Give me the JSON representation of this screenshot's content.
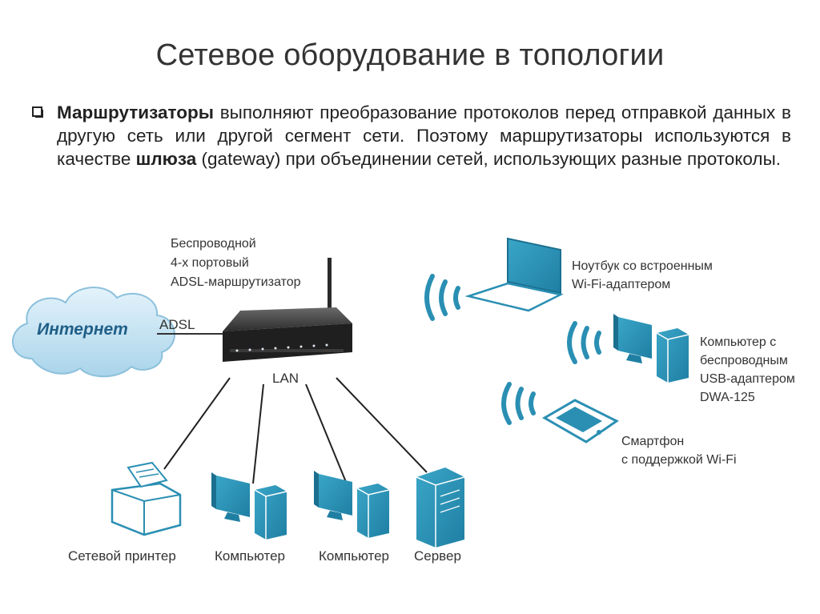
{
  "slide": {
    "title": "Сетевое оборудование в топологии",
    "bullet": {
      "term": "Маршрутизаторы",
      "text_1": " выполняют преобразование протоколов перед отправкой данных в другую сеть или другой сегмент сети. Поэтому маршрутизаторы используются в качестве ",
      "gateway_term": "шлюза",
      "text_2": " (gateway) при объединении сетей, использующих разные протоколы."
    }
  },
  "diagram": {
    "cloud_label": "Интернет",
    "adsl_label": "ADSL",
    "lan_label": "LAN",
    "router_label": [
      "Беспроводной",
      "4-х портовый",
      "ADSL-маршрутизатор"
    ],
    "wired_devices": {
      "printer": "Сетевой принтер",
      "computer_1": "Компьютер",
      "computer_2": "Компьютер",
      "server": "Сервер"
    },
    "wireless_devices": {
      "laptop": [
        "Ноутбук со встроенным",
        "Wi-Fi-адаптером"
      ],
      "desktop": [
        "Компьютер с",
        "беспроводным",
        "USB-адаптером",
        "DWA-125"
      ],
      "smartphone": [
        "Смартфон",
        "с поддержкой Wi-Fi"
      ]
    },
    "accent_color": "#2a8fb3",
    "cloud_color": "#bfe0f0"
  }
}
